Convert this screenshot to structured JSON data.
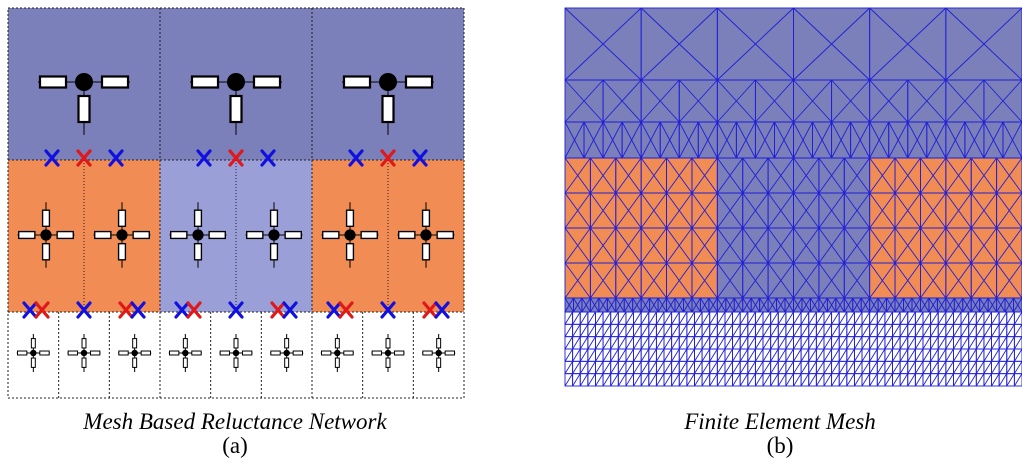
{
  "panel_a": {
    "title": "Mesh Based Reluctance Network",
    "label": "(a)"
  },
  "panel_b": {
    "title": "Finite Element Mesh",
    "label": "(b)"
  },
  "colors": {
    "air_region": "#7b7fba",
    "iron_region": "#f28c55",
    "light_region": "#9b9fd8",
    "mesh_lines": "#1f1fd6",
    "marker_blue": "#1010e0",
    "marker_red": "#e01818"
  }
}
